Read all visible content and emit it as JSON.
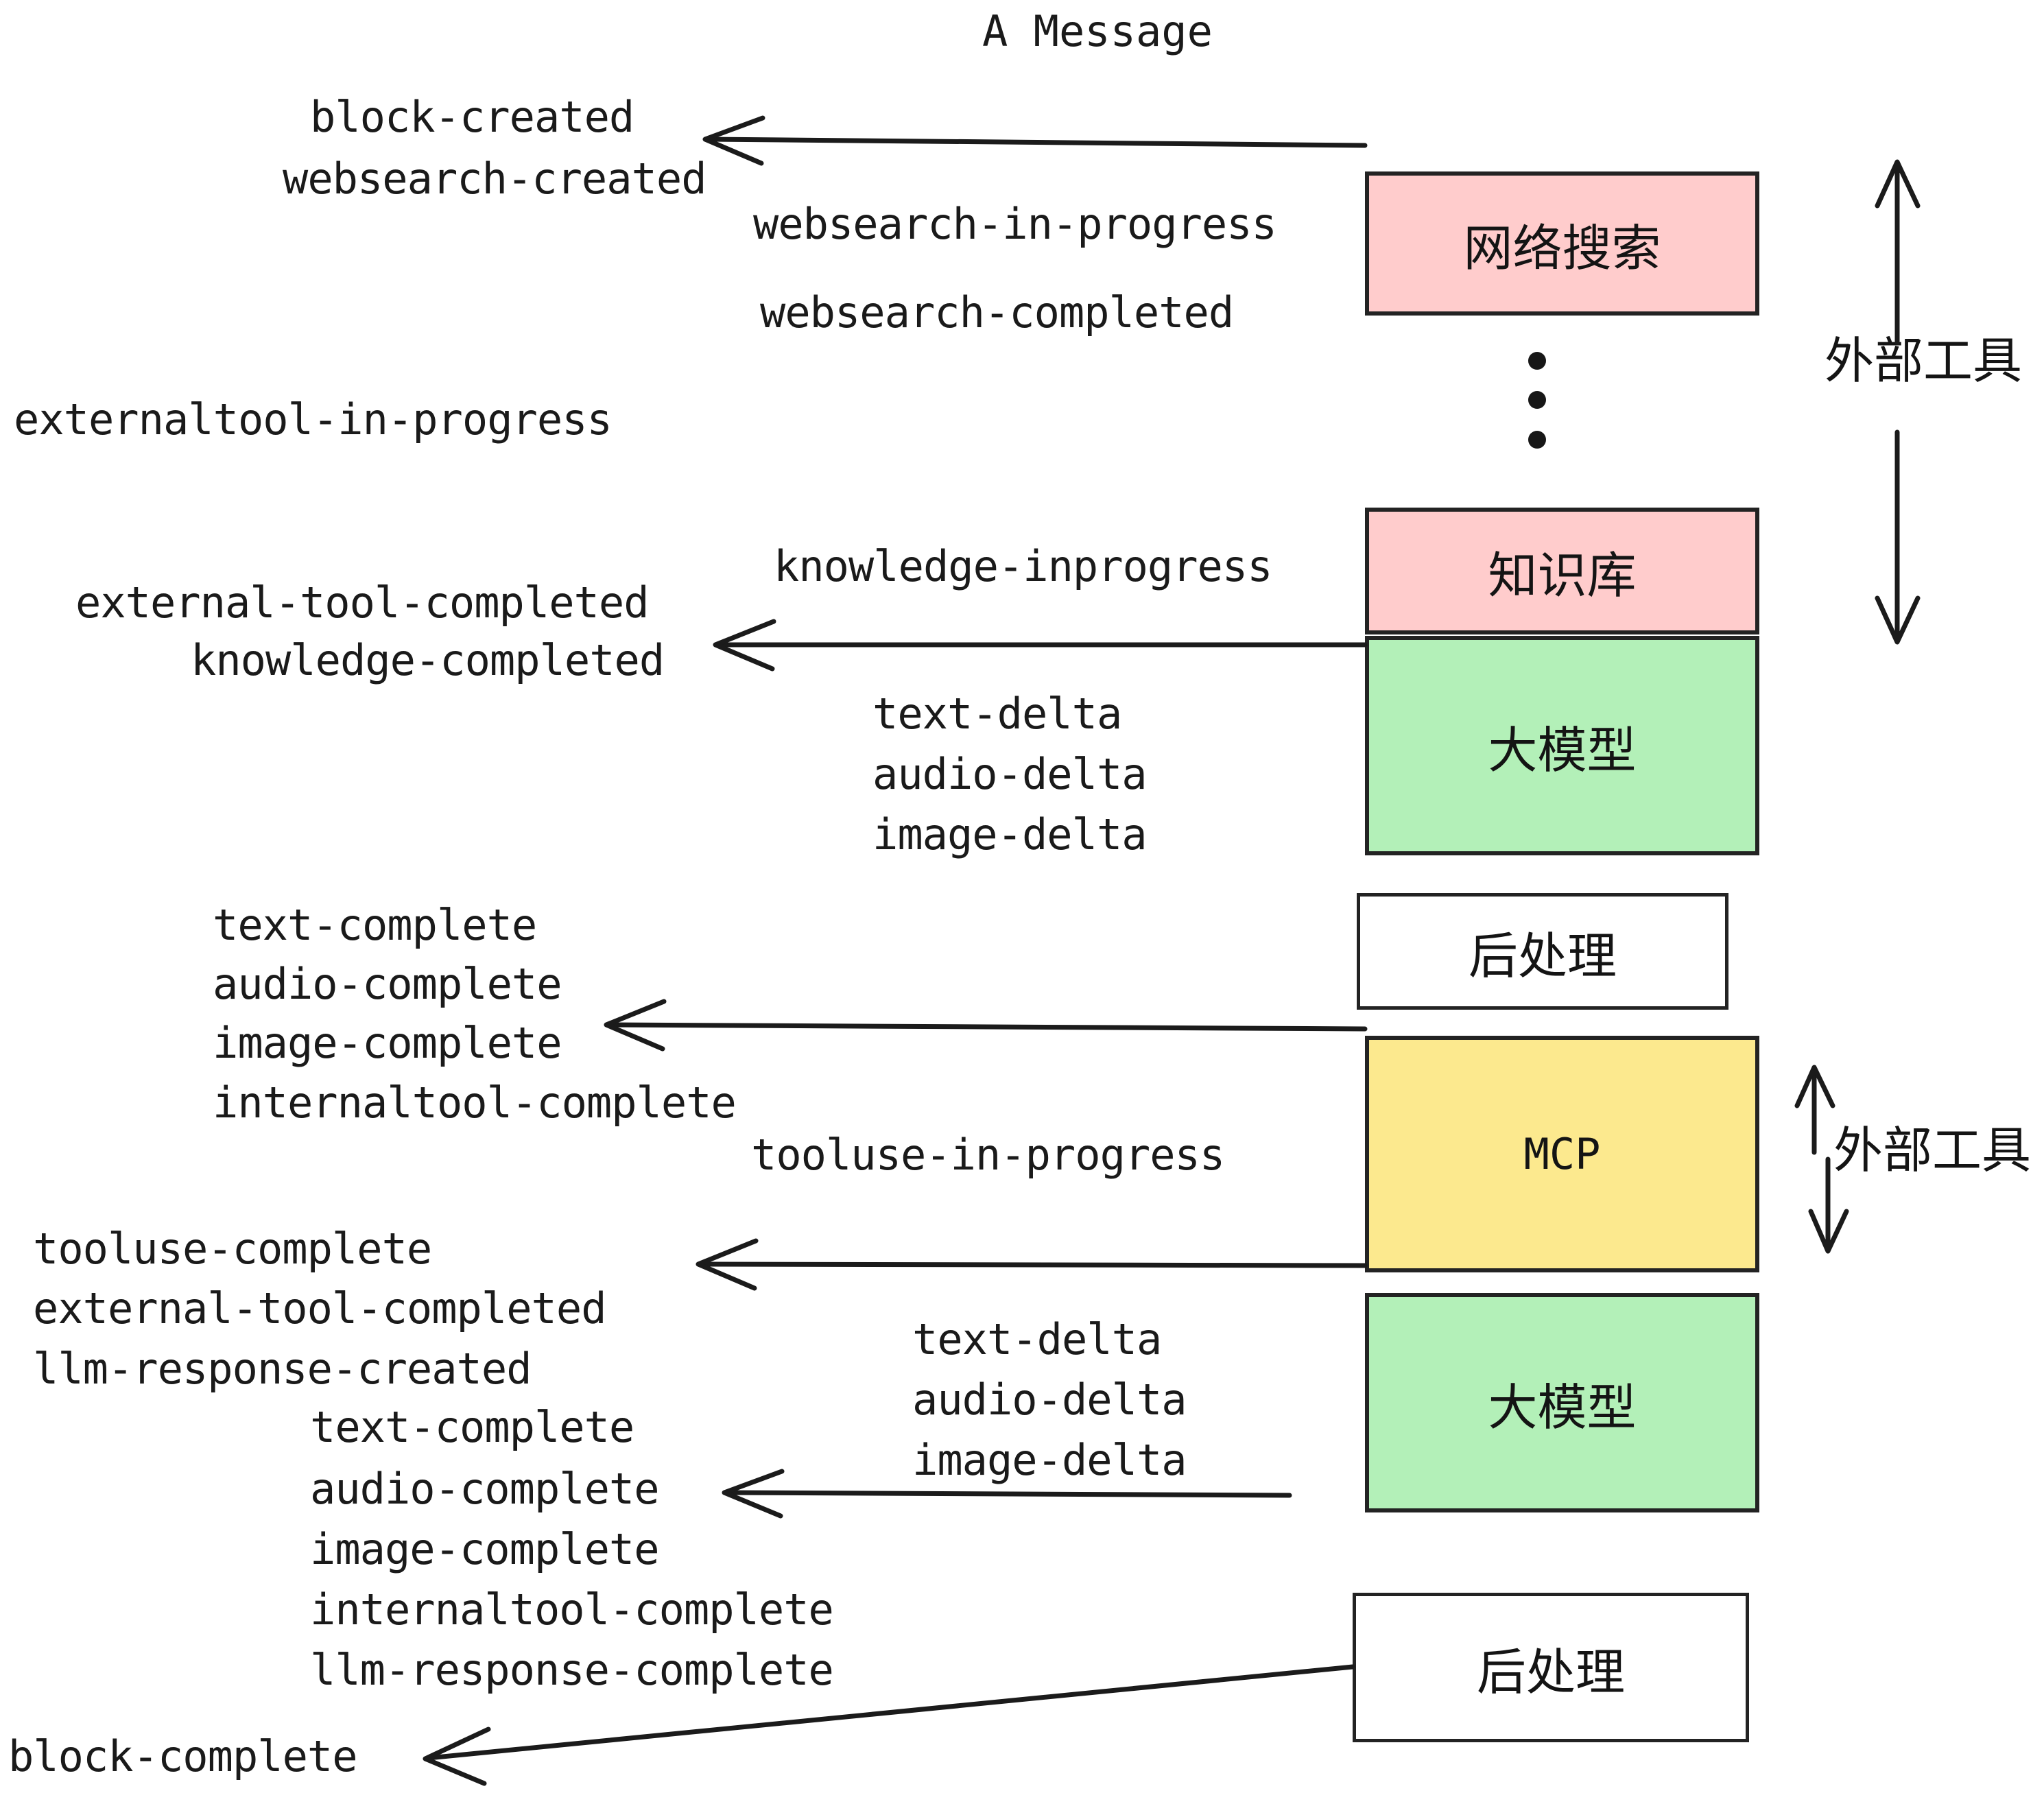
{
  "diagram": {
    "title": "A Message",
    "colors": {
      "pink": "#FFCCCC",
      "green": "#B3F0B8",
      "yellow": "#FCE98E",
      "white": "#FFFFFF",
      "stroke": "#232323",
      "text": "#1a1a1a"
    },
    "boxes": [
      {
        "id": "websearch",
        "label": "网络搜索",
        "fill": "#FFCCCC"
      },
      {
        "id": "knowledge",
        "label": "知识库",
        "fill": "#FFCCCC"
      },
      {
        "id": "llm-1",
        "label": "大模型",
        "fill": "#B3F0B8"
      },
      {
        "id": "postprocess-1",
        "label": "后处理",
        "fill": "#FFFFFF"
      },
      {
        "id": "mcp",
        "label": "MCP",
        "fill": "#FCE98E"
      },
      {
        "id": "llm-2",
        "label": "大模型",
        "fill": "#B3F0B8"
      },
      {
        "id": "postprocess-2",
        "label": "后处理",
        "fill": "#FFFFFF"
      }
    ],
    "annotations": [
      {
        "id": "external-tools-top",
        "label": "外部工具"
      },
      {
        "id": "external-tools-bottom",
        "label": "外部工具"
      }
    ],
    "events": [
      {
        "id": "block-created",
        "text": "block-created"
      },
      {
        "id": "websearch-created",
        "text": "websearch-created"
      },
      {
        "id": "websearch-in-progress",
        "text": "websearch-in-progress"
      },
      {
        "id": "websearch-completed",
        "text": "websearch-completed"
      },
      {
        "id": "externaltool-in-progress",
        "text": "externaltool-in-progress"
      },
      {
        "id": "knowledge-inprogress",
        "text": "knowledge-inprogress"
      },
      {
        "id": "external-tool-completed-1",
        "text": "external-tool-completed"
      },
      {
        "id": "knowledge-completed",
        "text": "knowledge-completed"
      },
      {
        "id": "text-delta-1",
        "text": "text-delta"
      },
      {
        "id": "audio-delta-1",
        "text": "audio-delta"
      },
      {
        "id": "image-delta-1",
        "text": "image-delta"
      },
      {
        "id": "text-complete-1",
        "text": "text-complete"
      },
      {
        "id": "audio-complete-1",
        "text": "audio-complete"
      },
      {
        "id": "image-complete-1",
        "text": "image-complete"
      },
      {
        "id": "internaltool-complete-1",
        "text": "internaltool-complete"
      },
      {
        "id": "tooluse-in-progress",
        "text": "tooluse-in-progress"
      },
      {
        "id": "tooluse-complete",
        "text": "tooluse-complete"
      },
      {
        "id": "external-tool-completed-2",
        "text": "external-tool-completed"
      },
      {
        "id": "llm-response-created",
        "text": "llm-response-created"
      },
      {
        "id": "text-delta-2",
        "text": "text-delta"
      },
      {
        "id": "audio-delta-2",
        "text": "audio-delta"
      },
      {
        "id": "image-delta-2",
        "text": "image-delta"
      },
      {
        "id": "text-complete-2",
        "text": "text-complete"
      },
      {
        "id": "audio-complete-2",
        "text": "audio-complete"
      },
      {
        "id": "image-complete-2",
        "text": "image-complete"
      },
      {
        "id": "internaltool-complete-2",
        "text": "internaltool-complete"
      },
      {
        "id": "llm-response-complete",
        "text": "llm-response-complete"
      },
      {
        "id": "block-complete",
        "text": "block-complete"
      }
    ],
    "ellipsis_marker": "⋮"
  }
}
